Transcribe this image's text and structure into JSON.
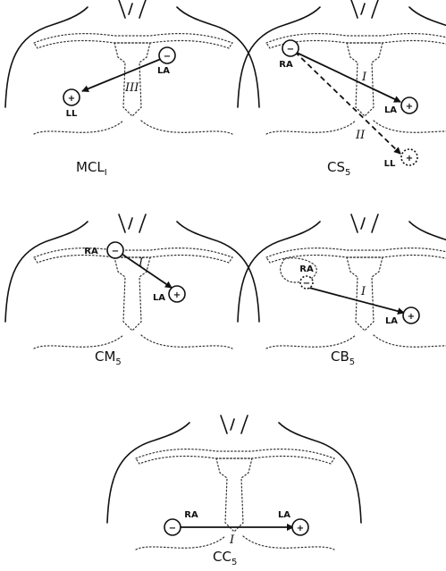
{
  "panels": {
    "mcl1": {
      "title": "MCL",
      "title_sub": "I",
      "neg_label": "LA",
      "pos_label": "LL",
      "lead_label": "III"
    },
    "cs5": {
      "title": "CS",
      "title_sub": "5",
      "neg_label": "RA",
      "pos1_label": "LA",
      "pos2_label": "LL",
      "lead1_label": "I",
      "lead2_label": "II"
    },
    "cm5": {
      "title": "CM",
      "title_sub": "5",
      "neg_label": "RA",
      "pos_label": "LA",
      "lead_label": "I"
    },
    "cb5": {
      "title": "CB",
      "title_sub": "5",
      "neg_label": "RA",
      "pos_label": "LA",
      "lead_label": "I"
    },
    "cc5": {
      "title": "CC",
      "title_sub": "5",
      "neg_label": "RA",
      "pos_label": "LA",
      "lead_label": "I"
    }
  },
  "symbols": {
    "negative": "−",
    "positive": "+"
  }
}
